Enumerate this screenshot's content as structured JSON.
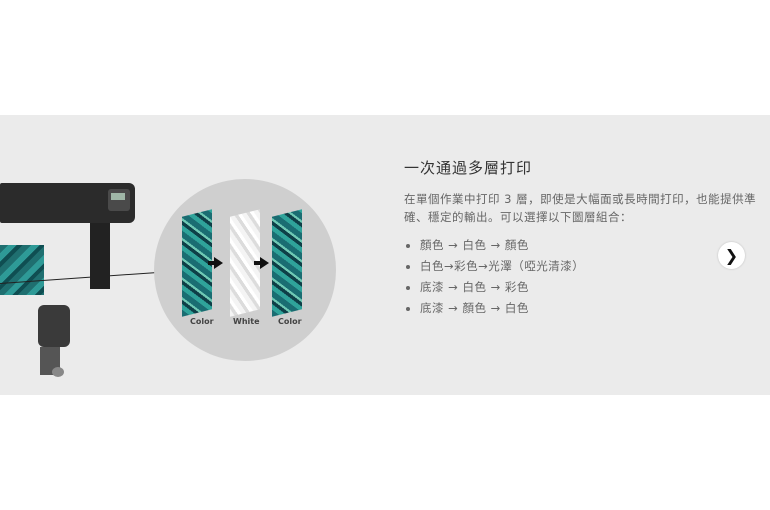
{
  "figure": {
    "labels": [
      "Color",
      "White",
      "Color"
    ]
  },
  "content": {
    "title": "一次通過多層打印",
    "description": "在單個作業中打印 3 層，即使是大幅面或長時間打印，也能提供準確、穩定的輸出。可以選擇以下圖層組合：",
    "options": [
      "顏色 → 白色 → 顏色",
      "白色→彩色→光澤（啞光清漆）",
      "底漆 → 白色 → 彩色",
      "底漆 → 顏色 → 白色"
    ]
  },
  "carousel": {
    "next_icon": "chevron-right-icon",
    "next_glyph": "❯"
  }
}
